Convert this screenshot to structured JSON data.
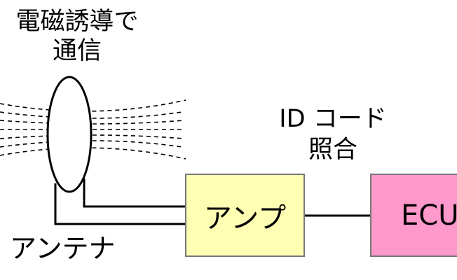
{
  "labels": {
    "communication": [
      "電磁誘導で",
      "通信"
    ],
    "id_code": [
      "ID コード",
      "照合"
    ],
    "antenna": "アンテナ"
  },
  "boxes": {
    "amplifier": {
      "label": "アンプ",
      "color": "#ffffb3"
    },
    "ecu": {
      "label": "ECU",
      "color": "#ff99cc"
    }
  }
}
